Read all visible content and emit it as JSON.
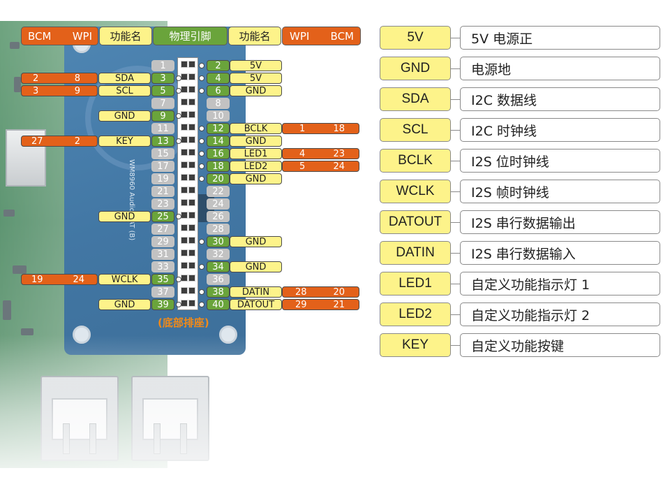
{
  "header": {
    "left_bcm": "BCM",
    "left_wpi": "WPI",
    "left_func": "功能名",
    "physical": "物理引脚",
    "right_func": "功能名",
    "right_wpi": "WPI",
    "right_bcm": "BCM"
  },
  "connector_label": "(底部排座)",
  "hat_silkscreen": "WM8960 Audio HAT (B)",
  "left_pins": [
    {
      "pin": "1",
      "active": false
    },
    {
      "pin": "3",
      "active": true,
      "func": "SDA",
      "bcm": "2",
      "wpi": "8"
    },
    {
      "pin": "5",
      "active": true,
      "func": "SCL",
      "bcm": "3",
      "wpi": "9"
    },
    {
      "pin": "7",
      "active": false
    },
    {
      "pin": "9",
      "active": true,
      "func": "GND"
    },
    {
      "pin": "11",
      "active": false
    },
    {
      "pin": "13",
      "active": true,
      "func": "KEY",
      "bcm": "27",
      "wpi": "2"
    },
    {
      "pin": "15",
      "active": false
    },
    {
      "pin": "17",
      "active": false
    },
    {
      "pin": "19",
      "active": false
    },
    {
      "pin": "21",
      "active": false
    },
    {
      "pin": "23",
      "active": false
    },
    {
      "pin": "25",
      "active": true,
      "func": "GND"
    },
    {
      "pin": "27",
      "active": false
    },
    {
      "pin": "29",
      "active": false
    },
    {
      "pin": "31",
      "active": false
    },
    {
      "pin": "33",
      "active": false
    },
    {
      "pin": "35",
      "active": true,
      "func": "WCLK",
      "bcm": "19",
      "wpi": "24"
    },
    {
      "pin": "37",
      "active": false
    },
    {
      "pin": "39",
      "active": true,
      "func": "GND"
    }
  ],
  "right_pins": [
    {
      "pin": "2",
      "active": true,
      "func": "5V"
    },
    {
      "pin": "4",
      "active": true,
      "func": "5V"
    },
    {
      "pin": "6",
      "active": true,
      "func": "GND"
    },
    {
      "pin": "8",
      "active": false
    },
    {
      "pin": "10",
      "active": false
    },
    {
      "pin": "12",
      "active": true,
      "func": "BCLK",
      "wpi": "1",
      "bcm": "18"
    },
    {
      "pin": "14",
      "active": true,
      "func": "GND"
    },
    {
      "pin": "16",
      "active": true,
      "func": "LED1",
      "wpi": "4",
      "bcm": "23"
    },
    {
      "pin": "18",
      "active": true,
      "func": "LED2",
      "wpi": "5",
      "bcm": "24"
    },
    {
      "pin": "20",
      "active": true,
      "func": "GND"
    },
    {
      "pin": "22",
      "active": false
    },
    {
      "pin": "24",
      "active": false
    },
    {
      "pin": "26",
      "active": false
    },
    {
      "pin": "28",
      "active": false
    },
    {
      "pin": "30",
      "active": true,
      "func": "GND"
    },
    {
      "pin": "32",
      "active": false
    },
    {
      "pin": "34",
      "active": true,
      "func": "GND"
    },
    {
      "pin": "36",
      "active": false
    },
    {
      "pin": "38",
      "active": true,
      "func": "DATIN",
      "wpi": "28",
      "bcm": "20"
    },
    {
      "pin": "40",
      "active": true,
      "func": "DATOUT",
      "wpi": "29",
      "bcm": "21"
    }
  ],
  "legend": [
    {
      "key": "5V",
      "desc": "5V 电源正"
    },
    {
      "key": "GND",
      "desc": "电源地"
    },
    {
      "key": "SDA",
      "desc": "I2C 数据线"
    },
    {
      "key": "SCL",
      "desc": "I2C 时钟线"
    },
    {
      "key": "BCLK",
      "desc": "I2S 位时钟线"
    },
    {
      "key": "WCLK",
      "desc": "I2S 帧时钟线"
    },
    {
      "key": "DATOUT",
      "desc": "I2S 串行数据输出"
    },
    {
      "key": "DATIN",
      "desc": "I2S 串行数据输入"
    },
    {
      "key": "LED1",
      "desc": "自定义功能指示灯 1"
    },
    {
      "key": "LED2",
      "desc": "自定义功能指示灯 2"
    },
    {
      "key": "KEY",
      "desc": "自定义功能按键"
    }
  ],
  "colors": {
    "orange": "#e3611a",
    "yellow": "#fdf38a",
    "green": "#6aa43b",
    "grey": "#c2c2c2",
    "connector_label": "#f08a19"
  }
}
